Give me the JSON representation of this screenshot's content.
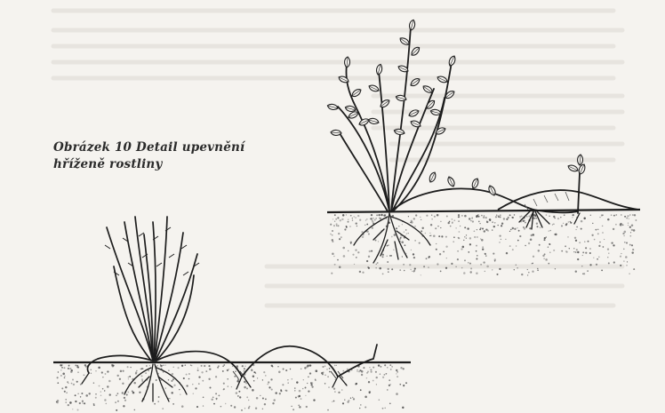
{
  "caption": {
    "line1": "Obrázek 10 Detail upevnění",
    "line2": "hříženě rostliny"
  },
  "colors": {
    "paper": "#f5f3ef",
    "ink": "#2a2a2a"
  },
  "illustrations": [
    {
      "name": "layered-shrub-with-rooted-shoots"
    },
    {
      "name": "shrub-with-pegged-layers"
    }
  ]
}
